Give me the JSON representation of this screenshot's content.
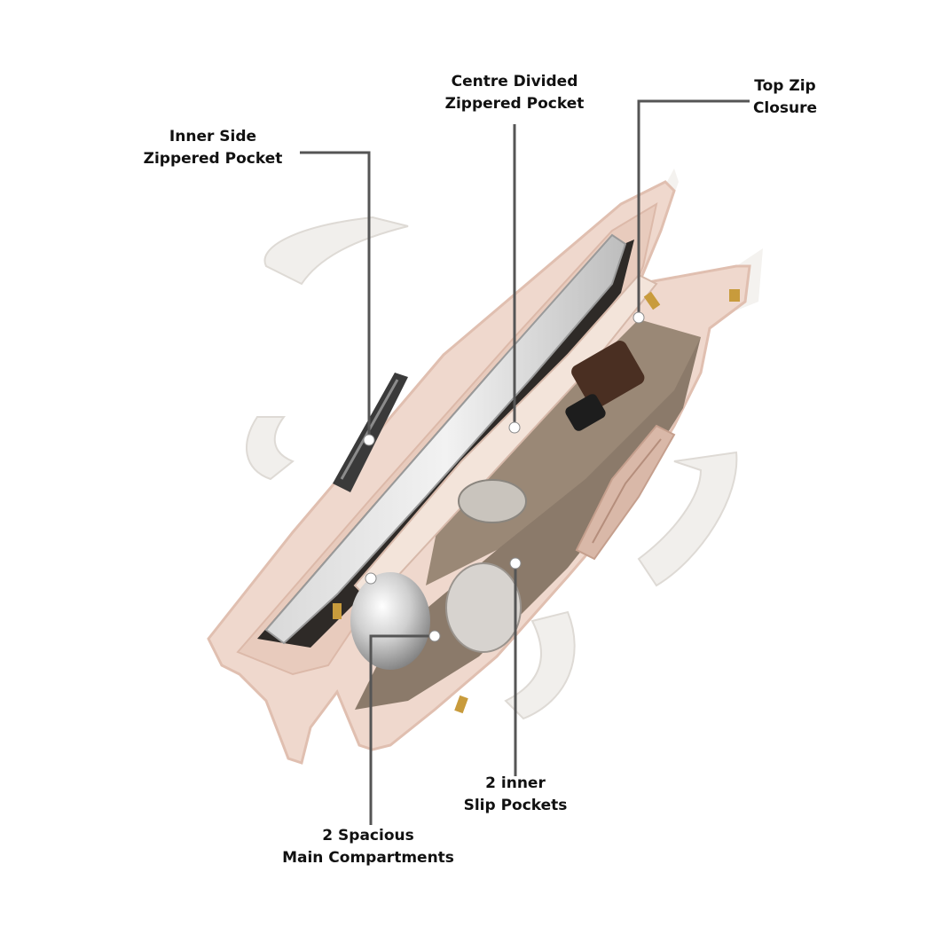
{
  "callouts": {
    "centre_divided": {
      "line1": "Centre Divided",
      "line2": "Zippered Pocket"
    },
    "top_zip": {
      "line1": "Top Zip",
      "line2": "Closure"
    },
    "inner_side": {
      "line1": "Inner Side",
      "line2": "Zippered Pocket"
    },
    "slip_pockets": {
      "line1": "2 inner",
      "line2": "Slip Pockets"
    },
    "main_compartments": {
      "line1": "2 Spacious",
      "line2": "Main Compartments"
    }
  },
  "colors": {
    "background": "#ffffff",
    "bag_outer": "#efd8cd",
    "bag_edge": "#e3c4b6",
    "lining": "#8b7a6a",
    "lining_dark": "#5e5045",
    "strap": "#f1efec",
    "callout_line": "#555555",
    "text": "#111111"
  }
}
